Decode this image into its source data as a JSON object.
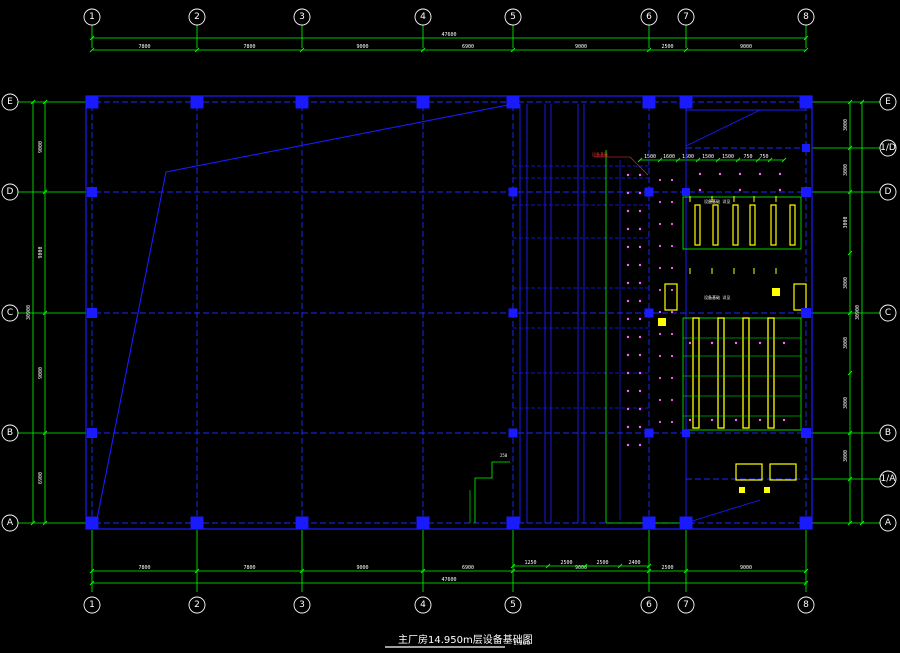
{
  "drawing": {
    "title": "主厂房14.950m层设备基础图",
    "scale": "1:100",
    "colors": {
      "background": "#000000",
      "grid_line": "#1a2cff",
      "column": "#1a1aff",
      "dimension": "#00ff00",
      "equipment": "#ffff00",
      "bolt": "#ff66ff",
      "text": "#ffffff",
      "note": "#ff3030"
    }
  },
  "axes": {
    "vertical": [
      "1",
      "2",
      "3",
      "4",
      "5",
      "6",
      "7",
      "8"
    ],
    "horizontal": [
      "E",
      "D",
      "C",
      "B",
      "A"
    ],
    "secondary": [
      "1/D",
      "1/A"
    ]
  },
  "dimensions": {
    "top_spans": [
      "7800",
      "7800",
      "9000",
      "6900",
      "9000",
      "2500",
      "9000"
    ],
    "top_total": "47600",
    "bottom_spans": [
      "7800",
      "7800",
      "9000",
      "6900",
      "9000",
      "2500",
      "9000"
    ],
    "bottom_total": "47600",
    "bottom_sub": [
      "1250",
      "2500",
      "2500",
      "2400"
    ],
    "left_spans": [
      "9000",
      "9000",
      "9000",
      "6900"
    ],
    "left_total": "30900",
    "right_spans": [
      "3000",
      "3000",
      "3000",
      "3000",
      "3000",
      "3000",
      "3000"
    ],
    "right_total": "30900"
  },
  "notes": {
    "red_label": "设备基础",
    "top_cluster": [
      "1500",
      "1600",
      "1500",
      "1500",
      "1500",
      "750",
      "750"
    ],
    "pad_label_upper": "设备基础 详见",
    "pad_label_lower": "设备基础 详见",
    "elevation": "250"
  }
}
